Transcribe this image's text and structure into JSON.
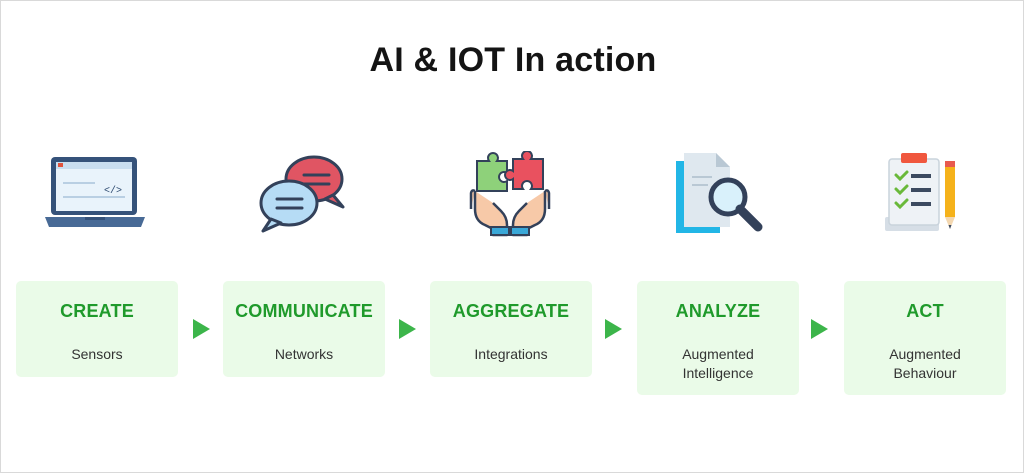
{
  "title": "AI & IOT In action",
  "colors": {
    "card_background": "#eafbe8",
    "heading_green": "#1f9a2b",
    "arrow_green": "#3cb54a"
  },
  "steps": [
    {
      "heading": "CREATE",
      "lines": [
        "Sensors"
      ],
      "icon": "laptop-code-icon"
    },
    {
      "heading": "COMMUNICATE",
      "lines": [
        "Networks"
      ],
      "icon": "chat-bubbles-icon"
    },
    {
      "heading": "AGGREGATE",
      "lines": [
        "Integrations"
      ],
      "icon": "puzzle-hands-icon"
    },
    {
      "heading": "ANALYZE",
      "lines": [
        "Augmented",
        "Intelligence"
      ],
      "icon": "document-magnifier-icon"
    },
    {
      "heading": "ACT",
      "lines": [
        "Augmented",
        "Behaviour"
      ],
      "icon": "checklist-pencil-icon"
    }
  ]
}
